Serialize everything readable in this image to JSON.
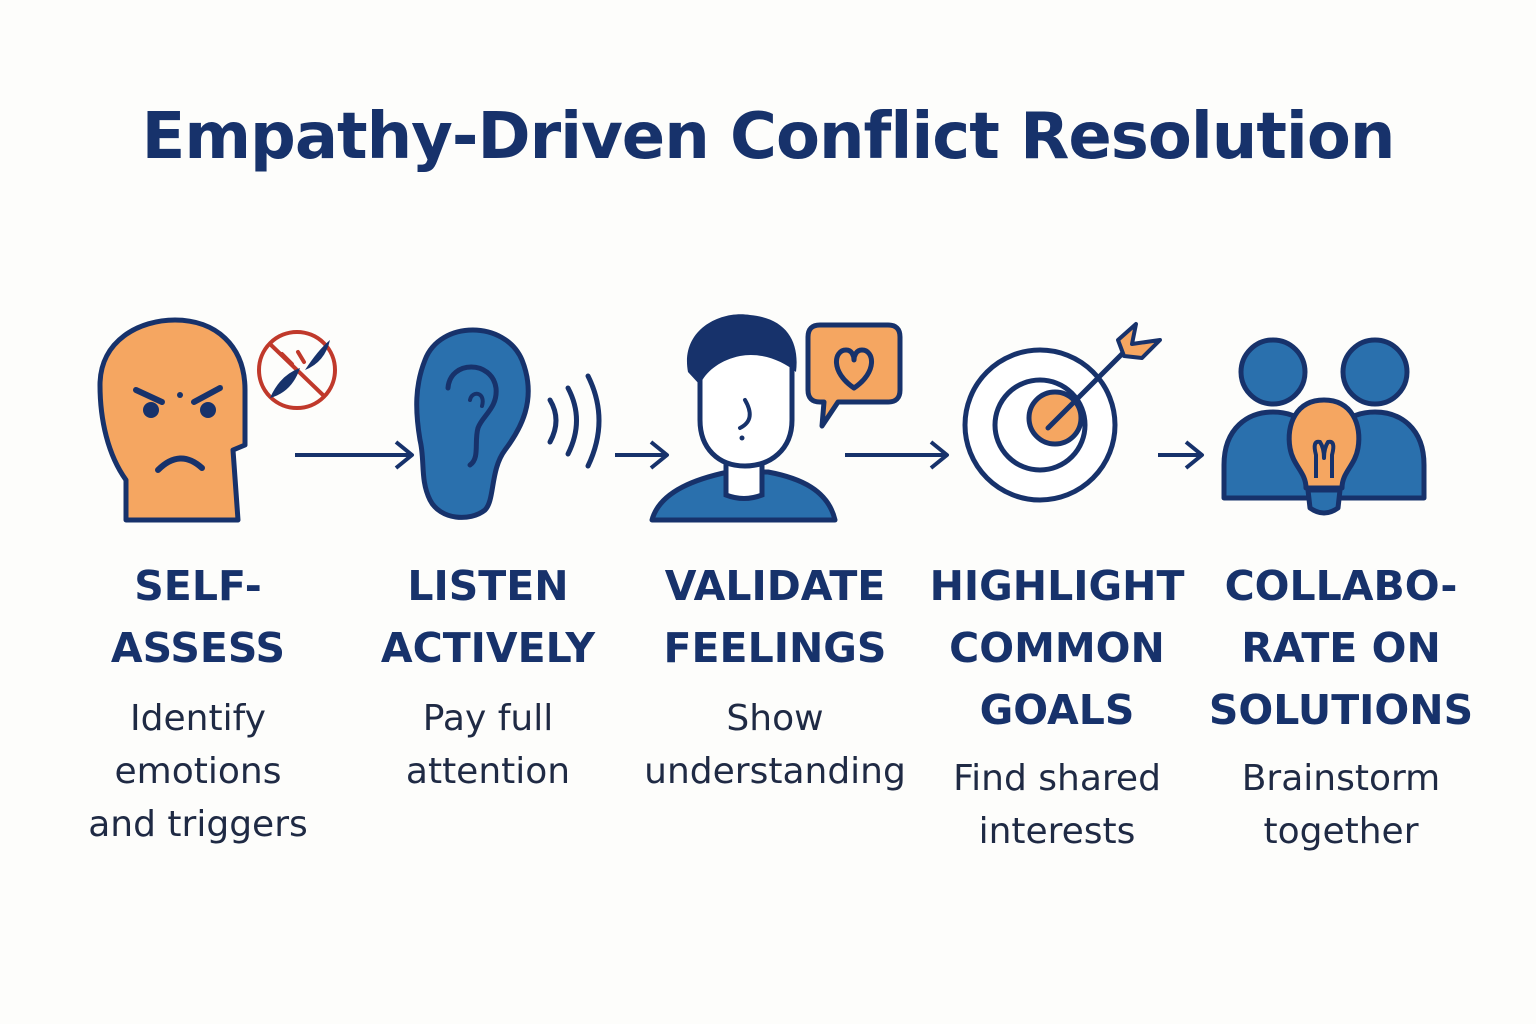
{
  "title": "Empathy-Driven Conflict Resolution",
  "colors": {
    "navy": "#17326b",
    "blue": "#2a70ad",
    "orange": "#f5a661",
    "red": "#c0392b",
    "background": "#fdfdfb"
  },
  "steps": [
    {
      "icon": "angry-head-icon",
      "title": "SELF-\nASSESS",
      "description": "Identify\nemotions\nand triggers"
    },
    {
      "icon": "ear-icon",
      "title": "LISTEN\nACTIVELY",
      "description": "Pay full\nattention"
    },
    {
      "icon": "person-heart-speech-icon",
      "title": "VALIDATE\nFEELINGS",
      "description": "Show\nunderstanding"
    },
    {
      "icon": "target-arrow-icon",
      "title": "HIGHLIGHT\nCOMMON\nGOALS",
      "description": "Find shared\ninterests"
    },
    {
      "icon": "people-lightbulb-icon",
      "title": "COLLABO-\nRATE ON\nSOLUTIONS",
      "description": "Brainstorm\ntogether"
    }
  ]
}
